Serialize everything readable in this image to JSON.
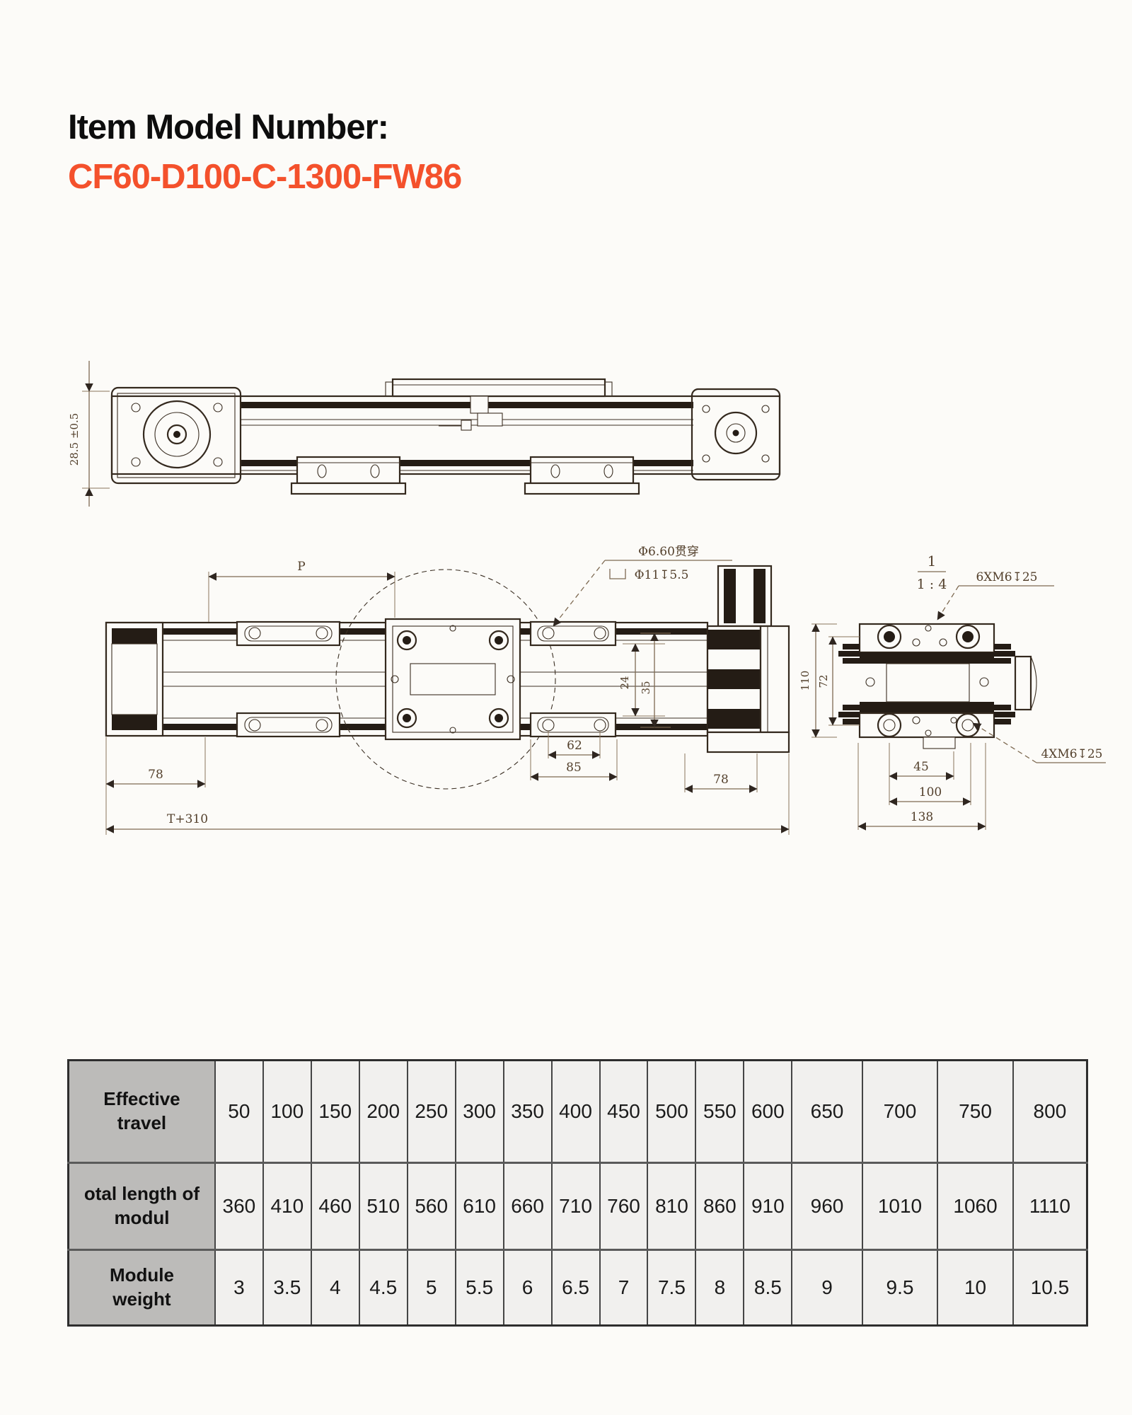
{
  "header": {
    "line1": "Item Model Number:",
    "line2": "CF60-D100-C-1300-FW86"
  },
  "colors": {
    "accent": "#F4512C",
    "line": "#34291e"
  },
  "drawings": {
    "side_view": {
      "height_dim": "28.5 ±0.5"
    },
    "plan_view": {
      "p_dim": "P",
      "hole_callout_line1": "Φ6.60贯穿",
      "hole_callout_line2": "Φ11↧5.5",
      "dim_24": "24",
      "dim_35": "35",
      "dim_62": "62",
      "dim_85": "85",
      "dim_78_left": "78",
      "dim_78_right": "78",
      "dim_total": "T+310"
    },
    "end_view": {
      "scale_numerator": "1",
      "scale_ratio": "1 : 4",
      "callout_top": "6XM6↧25",
      "callout_bottom": "4XM6↧25",
      "dim_110": "110",
      "dim_72": "72",
      "dim_45": "45",
      "dim_100": "100",
      "dim_138": "138"
    }
  },
  "spec_table": {
    "rows": [
      {
        "label": "Effective travel",
        "values": [
          "50",
          "100",
          "150",
          "200",
          "250",
          "300",
          "350",
          "400",
          "450",
          "500",
          "550",
          "600",
          "650",
          "700",
          "750",
          "800"
        ]
      },
      {
        "label": "otal length of modul",
        "values": [
          "360",
          "410",
          "460",
          "510",
          "560",
          "610",
          "660",
          "710",
          "760",
          "810",
          "860",
          "910",
          "960",
          "1010",
          "1060",
          "1110"
        ]
      },
      {
        "label": "Module weight",
        "values": [
          "3",
          "3.5",
          "4",
          "4.5",
          "5",
          "5.5",
          "6",
          "6.5",
          "7",
          "7.5",
          "8",
          "8.5",
          "9",
          "9.5",
          "10",
          "10.5"
        ]
      }
    ]
  }
}
